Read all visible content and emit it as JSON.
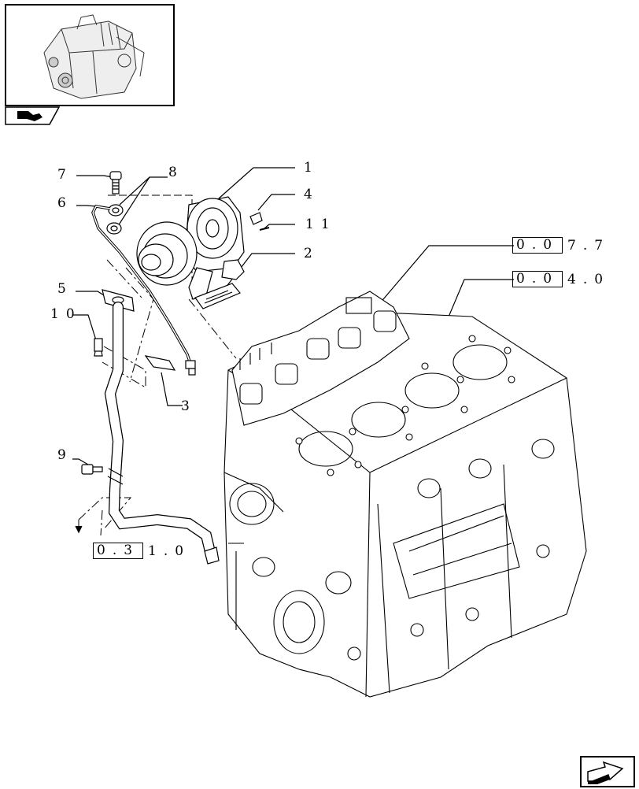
{
  "thumbnail": {
    "icon": "engine-thumbnail",
    "tab_icon": "book-icon"
  },
  "navigation": {
    "icon": "next-page-arrow-icon"
  },
  "callouts": {
    "c1": "1",
    "c2": "2",
    "c3": "3",
    "c4": "4",
    "c5": "5",
    "c6": "6",
    "c7": "7",
    "c8": "8",
    "c9": "9",
    "c10": "10",
    "c11": "11"
  },
  "references": {
    "ref_077": {
      "boxed": "0.0",
      "rest": "7.7"
    },
    "ref_040": {
      "boxed": "0.0",
      "rest": "4.0"
    },
    "ref_031": {
      "boxed": "0.3",
      "rest": "1.0"
    }
  }
}
